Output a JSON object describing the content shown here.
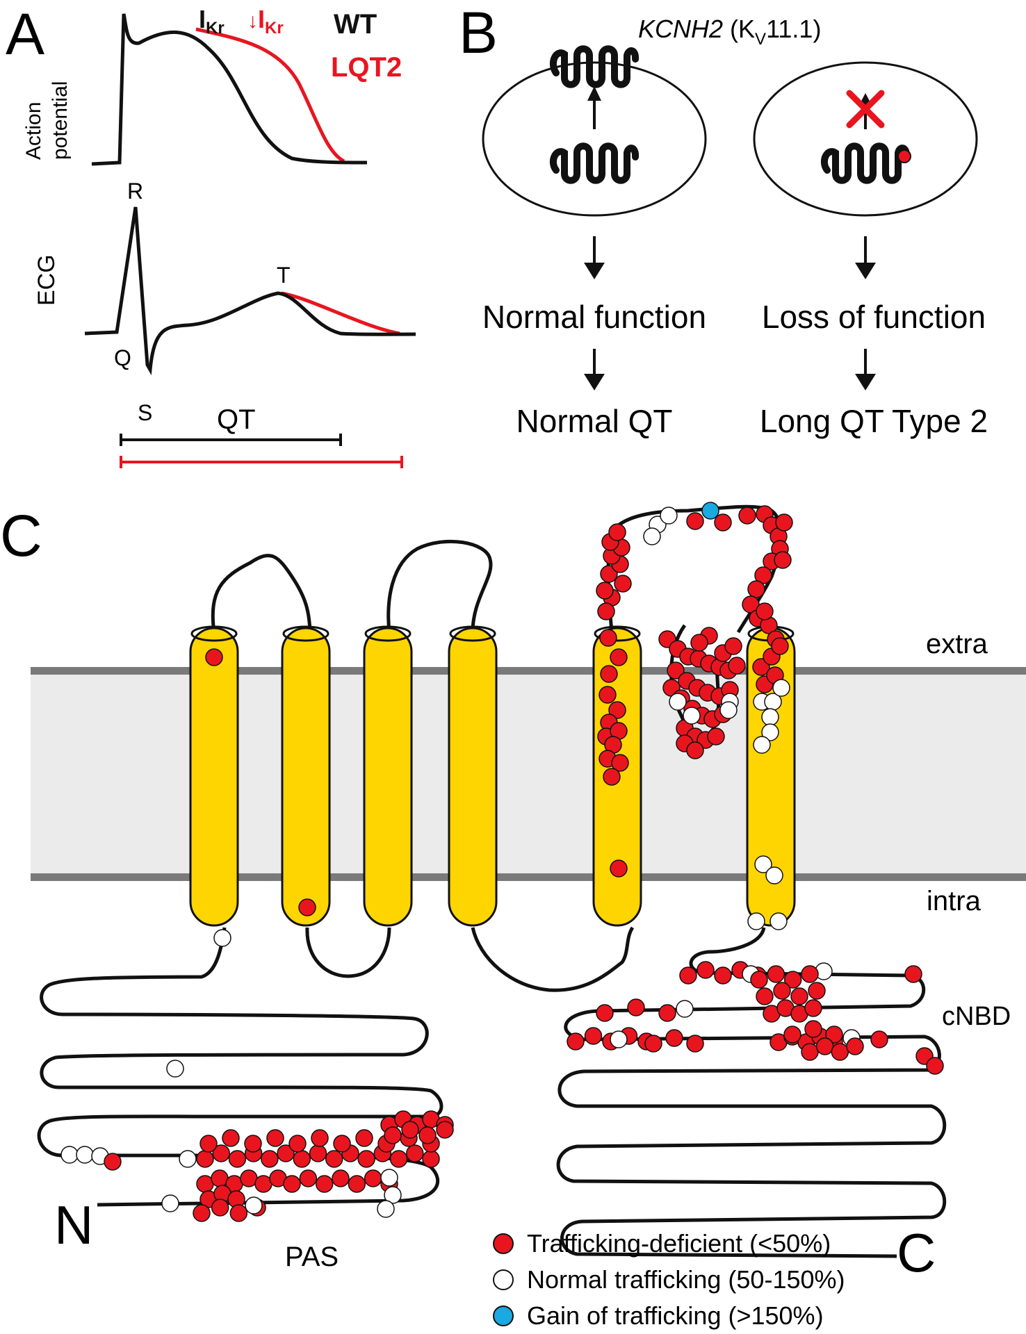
{
  "colors": {
    "red": "#e8151f",
    "black": "#111111",
    "helix_fill": "#ffd500",
    "membrane_fill": "#ebebeb",
    "membrane_edge": "#7a7a7a",
    "white_marker": "#ffffff",
    "blue_marker": "#1aa9e0"
  },
  "panel_a": {
    "label": "A",
    "ap_ylabel_line1": "Action",
    "ap_ylabel_line2": "potential",
    "ikr": "I",
    "ikr_sub": "Kr",
    "down_arrow": "↓",
    "wt": "WT",
    "lqt2": "LQT2",
    "ecg_ylabel": "ECG",
    "r": "R",
    "q": "Q",
    "s": "S",
    "t": "T",
    "qt": "QT"
  },
  "panel_b": {
    "label": "B",
    "gene": "KCNH2",
    "channel_open": " (K",
    "channel_sub": "V",
    "channel_close": "11.1)",
    "normal_function": "Normal function",
    "loss_of_function": "Loss of function",
    "normal_qt": "Normal QT",
    "long_qt": "Long QT Type 2",
    "arrow": "↓"
  },
  "panel_c": {
    "label": "C",
    "extra": "extra",
    "intra": "intra",
    "cnbd": "cNBD",
    "pas": "PAS",
    "n_term": "N",
    "c_term": "C",
    "legend": [
      {
        "label": "Trafficking-deficient (<50%)",
        "marker": "red"
      },
      {
        "label": "Normal trafficking (50-150%)",
        "marker": "white"
      },
      {
        "label": "Gain of trafficking (>150%)",
        "marker": "blue"
      }
    ]
  }
}
